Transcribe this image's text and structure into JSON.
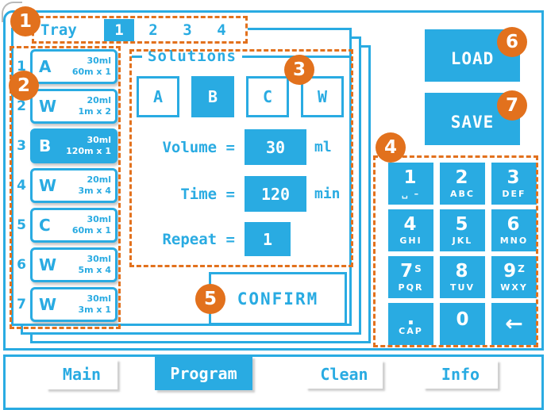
{
  "colors": {
    "blue": "#29ABE2",
    "orange": "#E2711D"
  },
  "callouts": [
    "1",
    "2",
    "3",
    "4",
    "5",
    "6",
    "7"
  ],
  "tray": {
    "label": "Tray",
    "tabs": [
      "1",
      "2",
      "3",
      "4"
    ],
    "selected_tab": "1"
  },
  "steps": [
    {
      "num": "1",
      "letter": "A",
      "volume": "30ml",
      "cycle": "60m x 1",
      "selected": false
    },
    {
      "num": "2",
      "letter": "W",
      "volume": "20ml",
      "cycle": "1m x 2",
      "selected": false
    },
    {
      "num": "3",
      "letter": "B",
      "volume": "30ml",
      "cycle": "120m x 1",
      "selected": true
    },
    {
      "num": "4",
      "letter": "W",
      "volume": "20ml",
      "cycle": "3m x 4",
      "selected": false
    },
    {
      "num": "5",
      "letter": "C",
      "volume": "30ml",
      "cycle": "60m x 1",
      "selected": false
    },
    {
      "num": "6",
      "letter": "W",
      "volume": "30ml",
      "cycle": "5m x 4",
      "selected": false
    },
    {
      "num": "7",
      "letter": "W",
      "volume": "30ml",
      "cycle": "3m x 1",
      "selected": false
    }
  ],
  "solutions": {
    "title": "Solutions",
    "options": [
      {
        "label": "A",
        "selected": false
      },
      {
        "label": "B",
        "selected": true
      },
      {
        "label": "C",
        "selected": false
      },
      {
        "label": "W",
        "selected": false
      }
    ],
    "volume": {
      "label": "Volume =",
      "value": "30",
      "unit": "ml"
    },
    "time": {
      "label": "Time =",
      "value": "120",
      "unit": "min"
    },
    "repeat": {
      "label": "Repeat =",
      "value": "1"
    }
  },
  "confirm_label": "CONFIRM",
  "load_label": "LOAD",
  "save_label": "SAVE",
  "keypad": {
    "keys": [
      {
        "main": "1",
        "sup": "",
        "sub": "␣ –"
      },
      {
        "main": "2",
        "sup": "",
        "sub": "ABC"
      },
      {
        "main": "3",
        "sup": "",
        "sub": "DEF"
      },
      {
        "main": "4",
        "sup": "",
        "sub": "GHI"
      },
      {
        "main": "5",
        "sup": "",
        "sub": "JKL"
      },
      {
        "main": "6",
        "sup": "",
        "sub": "MNO"
      },
      {
        "main": "7",
        "sup": "S",
        "sub": "PQR"
      },
      {
        "main": "8",
        "sup": "",
        "sub": "TUV"
      },
      {
        "main": "9",
        "sup": "Z",
        "sub": "WXY"
      },
      {
        "main": ".",
        "sup": "",
        "sub": "CAP"
      },
      {
        "main": "0",
        "sup": "",
        "sub": ""
      },
      {
        "main": "←",
        "sup": "",
        "sub": ""
      }
    ]
  },
  "nav": [
    {
      "label": "Main",
      "selected": false
    },
    {
      "label": "Program",
      "selected": true
    },
    {
      "label": "Clean",
      "selected": false
    },
    {
      "label": "Info",
      "selected": false
    }
  ]
}
